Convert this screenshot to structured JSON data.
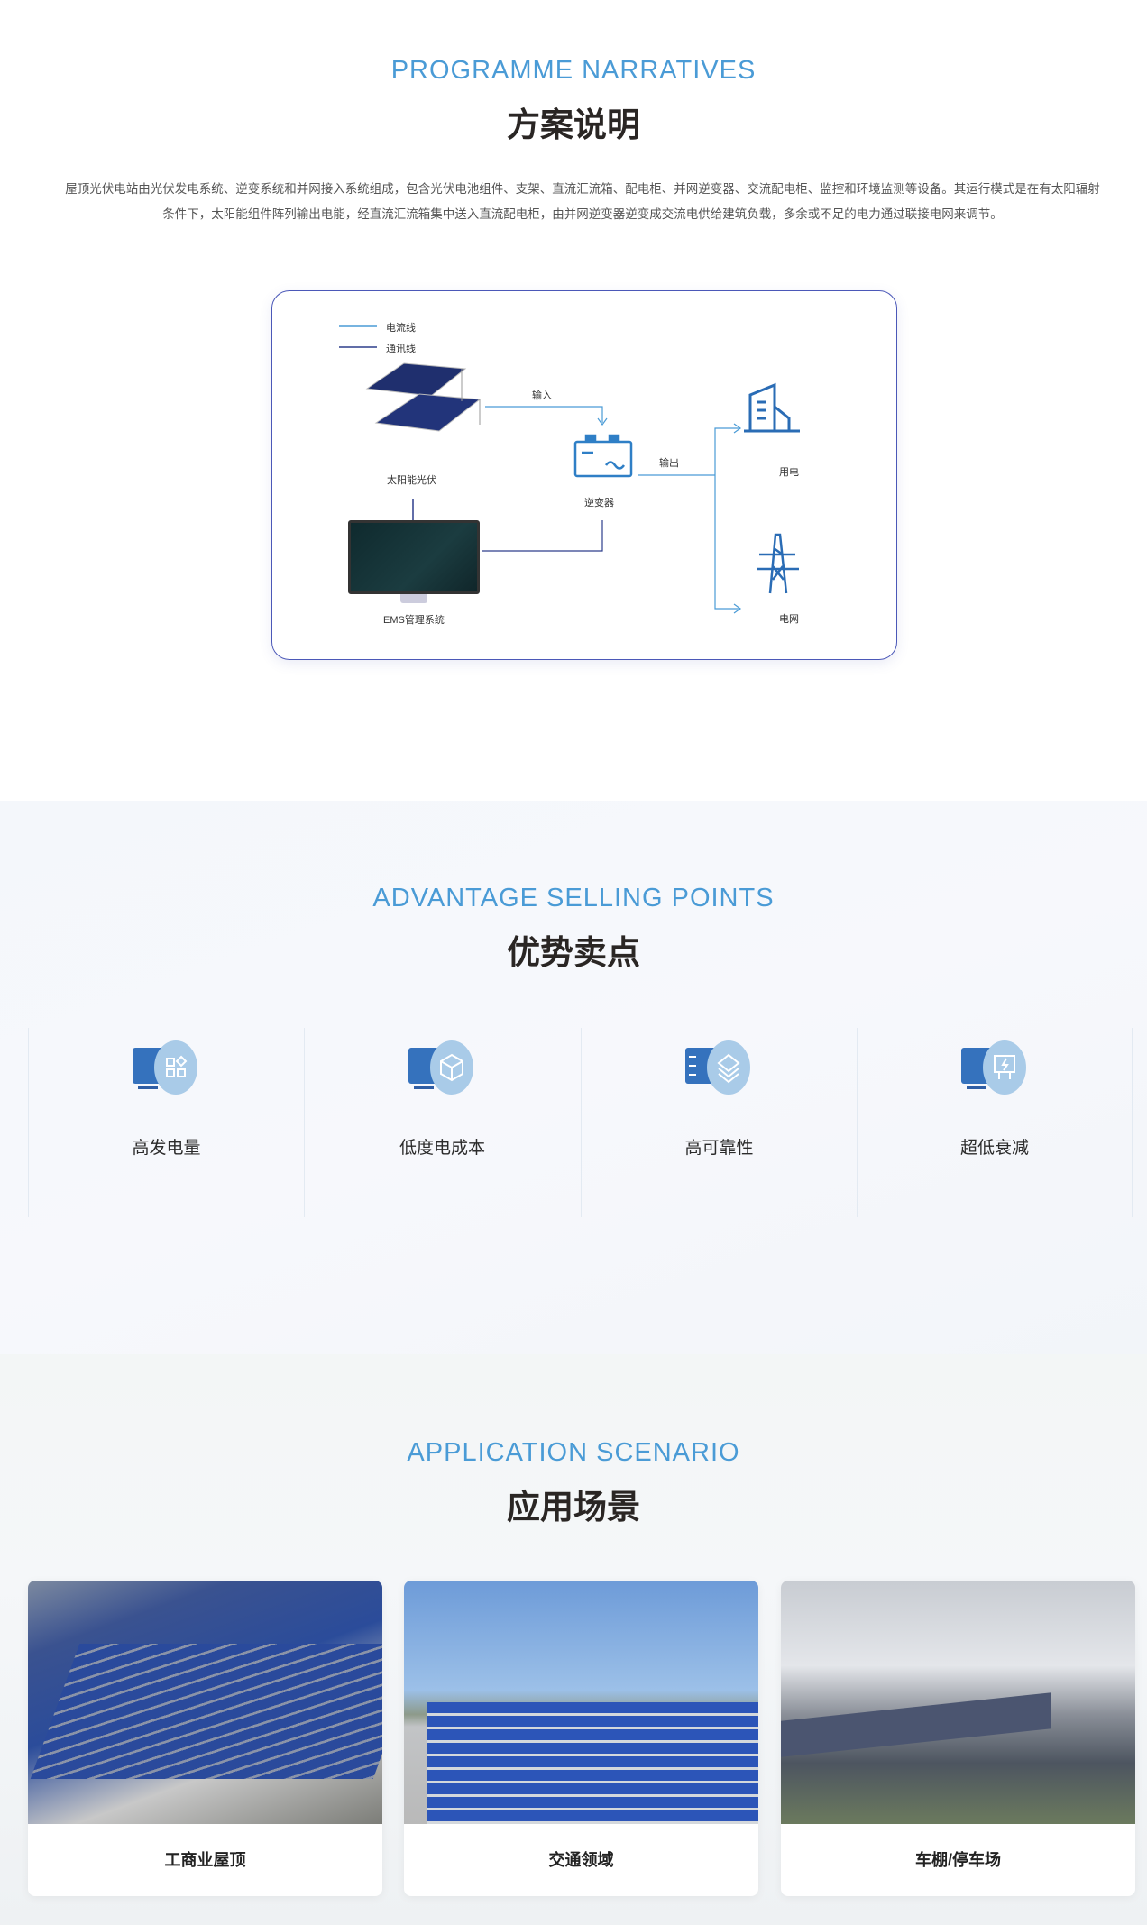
{
  "programme": {
    "en_title": "PROGRAMME NARRATIVES",
    "cn_title": "方案说明",
    "description_lines": [
      "屋顶光伏电站由光伏发电系统、逆变系统和并网接入系统组成，包含光伏电池组件、支架、直流汇流箱、配电柜、并网逆变器、交流配电柜、监控和环境监测等设备。其运行模式是在有太阳辐射",
      "条件下，太阳能组件阵列输出电能，经直流汇流箱集中送入直流配电柜，由并网逆变器逆变成交流电供给建筑负载，多余或不足的电力通过联接电网来调节。"
    ]
  },
  "diagram": {
    "legend": [
      {
        "label": "电流线",
        "color": "#4a9bd6"
      },
      {
        "label": "通讯线",
        "color": "#2d3e8c"
      }
    ],
    "nodes": {
      "solar": "太阳能光伏",
      "ems": "EMS管理系统",
      "inverter": "逆变器",
      "load": "用电",
      "grid": "电网"
    },
    "edges": {
      "input": "输入",
      "output": "输出"
    }
  },
  "advantages": {
    "en_title": "ADVANTAGE SELLING POINTS",
    "cn_title": "优势卖点",
    "items": [
      {
        "label": "高发电量",
        "icon": "grid-apps-icon"
      },
      {
        "label": "低度电成本",
        "icon": "cube-icon"
      },
      {
        "label": "高可靠性",
        "icon": "layers-icon"
      },
      {
        "label": "超低衰减",
        "icon": "lightning-board-icon"
      }
    ]
  },
  "scenarios": {
    "en_title": "APPLICATION SCENARIO",
    "cn_title": "应用场景",
    "items": [
      {
        "label": "工商业屋顶"
      },
      {
        "label": "交通领域"
      },
      {
        "label": "车棚/停车场"
      }
    ]
  }
}
